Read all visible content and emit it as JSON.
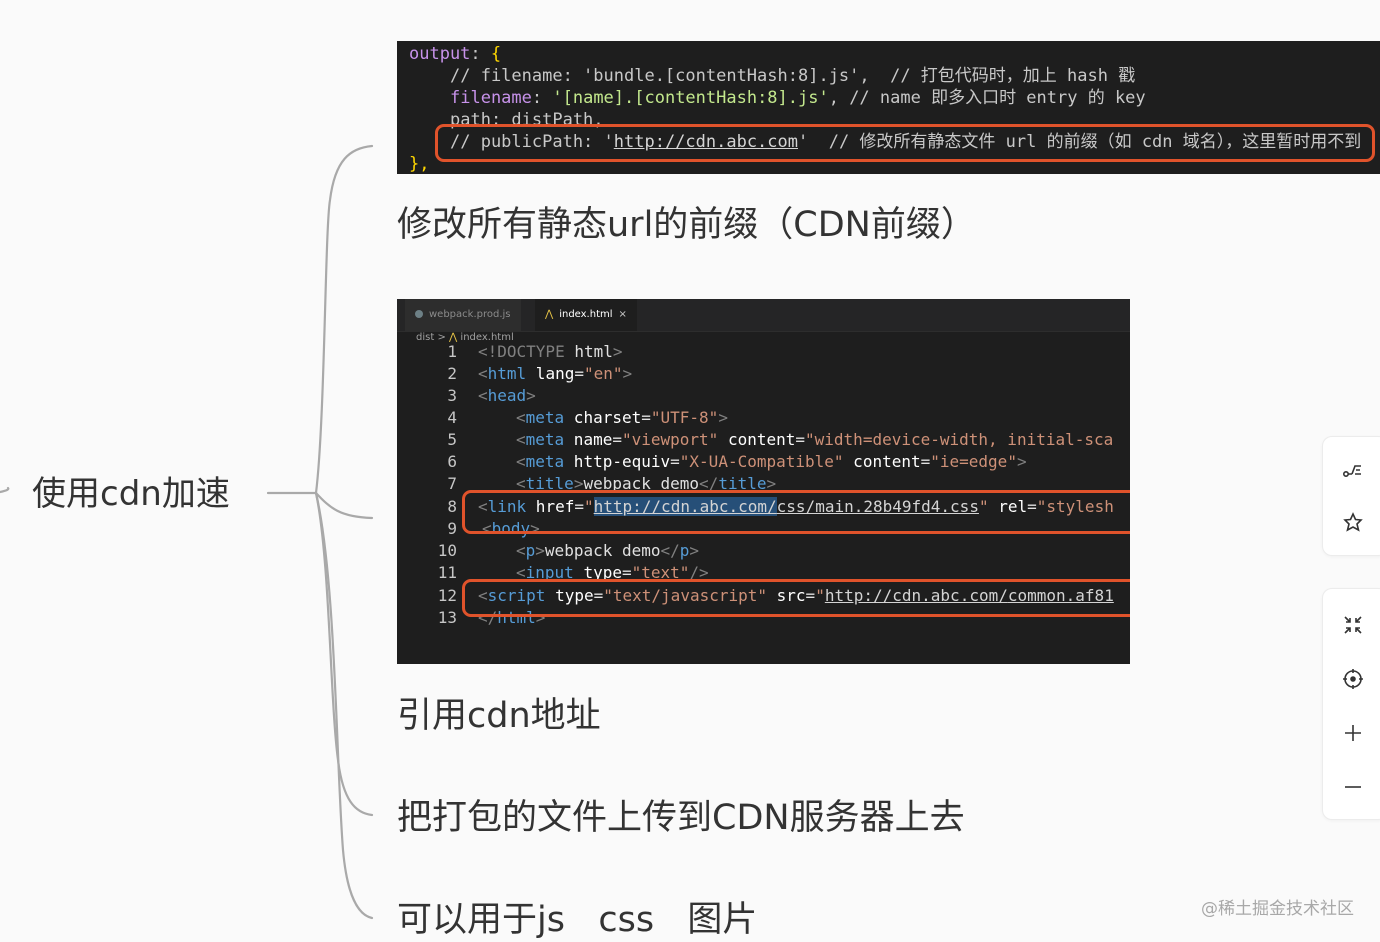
{
  "mindmap": {
    "root": "使用cdn加速",
    "children": [
      {
        "label": "修改所有静态url的前缀（CDN前缀）"
      },
      {
        "label": "引用cdn地址"
      },
      {
        "label": "把打包的文件上传到CDN服务器上去"
      },
      {
        "label": "可以用于js   css   图片"
      }
    ]
  },
  "code1": {
    "l1_key": "output",
    "l1_punc": ": ",
    "l1_brace": "{",
    "l2": "// filename: 'bundle.[contentHash:8].js',  // 打包代码时，加上 hash 戳",
    "l3_key": "filename",
    "l3_punc": ": ",
    "l3_str": "'[name].[contentHash:8].js'",
    "l3_comment": ", // name 即多入口时 entry 的 key",
    "l4": "path: distPath,",
    "l5_pre": "// publicPath: '",
    "l5_url": "http://cdn.abc.com",
    "l5_post": "'  // 修改所有静态文件 url 的前缀（如 cdn 域名），这里暂时用不到",
    "l6": "},"
  },
  "editor": {
    "tabs": [
      {
        "label": "webpack.prod.js"
      },
      {
        "label": "index.html",
        "close": "×"
      }
    ],
    "breadcrumb": {
      "folder": "dist",
      "sep": ">",
      "file": "index.html"
    },
    "line_numbers": [
      "1",
      "2",
      "3",
      "4",
      "5",
      "6",
      "7",
      "8",
      "9",
      "10",
      "11",
      "12",
      "13"
    ],
    "l1": {
      "a": "<!DOCTYPE ",
      "b": "html",
      "c": ">"
    },
    "l2": {
      "a": "<",
      "b": "html",
      "c": " lang",
      "d": "=",
      "e": "\"en\"",
      "f": ">"
    },
    "l3": {
      "a": "<",
      "b": "head",
      "c": ">"
    },
    "l4": {
      "a": "<",
      "b": "meta",
      "c": " charset",
      "d": "=",
      "e": "\"UTF-8\"",
      "f": ">"
    },
    "l5": {
      "a": "<",
      "b": "meta",
      "c": " name",
      "d": "=",
      "e": "\"viewport\"",
      "g": " content",
      "h": "=",
      "i": "\"width=device-width, initial-sca"
    },
    "l6": {
      "a": "<",
      "b": "meta",
      "c": " http-equiv",
      "d": "=",
      "e": "\"X-UA-Compatible\"",
      "g": " content",
      "h": "=",
      "i": "\"ie=edge\"",
      "j": ">"
    },
    "l7": {
      "a": "<",
      "b": "title",
      "c": ">",
      "d": "webpack demo",
      "e": "</",
      "f": "title",
      "g": ">"
    },
    "l8": {
      "a": "<",
      "b": "link",
      "c": " href",
      "d": "=",
      "e": "\"",
      "url_sel": "http://cdn.abc.com/",
      "url_rest": "css/main.28b49fd4.css",
      "f": "\"",
      "g": " rel",
      "h": "=",
      "i": "\"stylesh"
    },
    "l9": {
      "a": "<",
      "b": "body",
      "c": ">"
    },
    "l10": {
      "a": "<",
      "b": "p",
      "c": ">",
      "d": "webpack demo",
      "e": "</",
      "f": "p",
      "g": ">"
    },
    "l11": {
      "a": "<",
      "b": "input",
      "c": " type",
      "d": "=",
      "e": "\"text\"",
      "f": "/>"
    },
    "l12": {
      "a": "<",
      "b": "script",
      "c": " type",
      "d": "=",
      "e": "\"text/javascript\"",
      "g": " src",
      "h": "=",
      "i": "\"",
      "url_a": "http://cdn.abc.com/",
      "url_b": "common.af81"
    },
    "l13": {
      "a": "</",
      "b": "html",
      "c": ">"
    }
  },
  "watermark": "@稀土掘金技术社区",
  "toolbar": {
    "icons": [
      "theme-icon",
      "puzzle-icon",
      "collapse-icon",
      "locate-icon",
      "zoom-in-icon",
      "zoom-out-icon"
    ]
  },
  "colors": {
    "highlight_box": "#e0532b",
    "connector": "#a9a9a9"
  }
}
